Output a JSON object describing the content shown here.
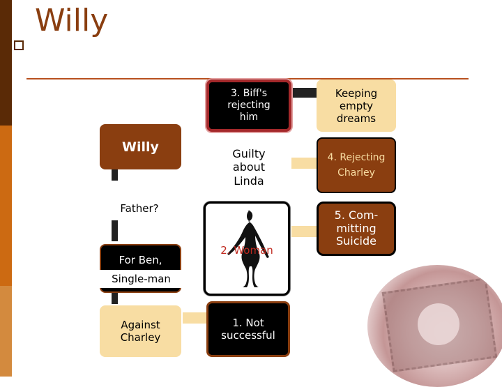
{
  "slide": {
    "title": "Willy",
    "bullet_glyph": "p"
  },
  "colors": {
    "stripe_dark": "#5a2a06",
    "stripe_orange": "#cc6a12",
    "stripe_light": "#d38a3e",
    "title_rule": "#b8501e",
    "brown": "#8a3e10",
    "cream": "#f8dda3",
    "black": "#000000",
    "red": "#c0281e",
    "connector": "#222222"
  },
  "diagram": {
    "willy": "Willy",
    "father": "Father?",
    "for_ben": "For Ben,",
    "single_man": "Single-man",
    "against_charley": "Against\nCharley",
    "biff": "3. Biff's\nrejecting\nhim",
    "guilty": "Guilty\nabout\nLinda",
    "woman": "2. Woman",
    "not_successful": "1. Not\nsuccessful",
    "keeping": "Keeping\nempty\ndreams",
    "rejecting_charley": "4. Rejecting\nCharley",
    "suicide": "5. Com-\nmitting\nSuicide"
  },
  "images": {
    "woman_silhouette": "dancer-silhouette",
    "stamp": "postage-stamp-seal"
  }
}
